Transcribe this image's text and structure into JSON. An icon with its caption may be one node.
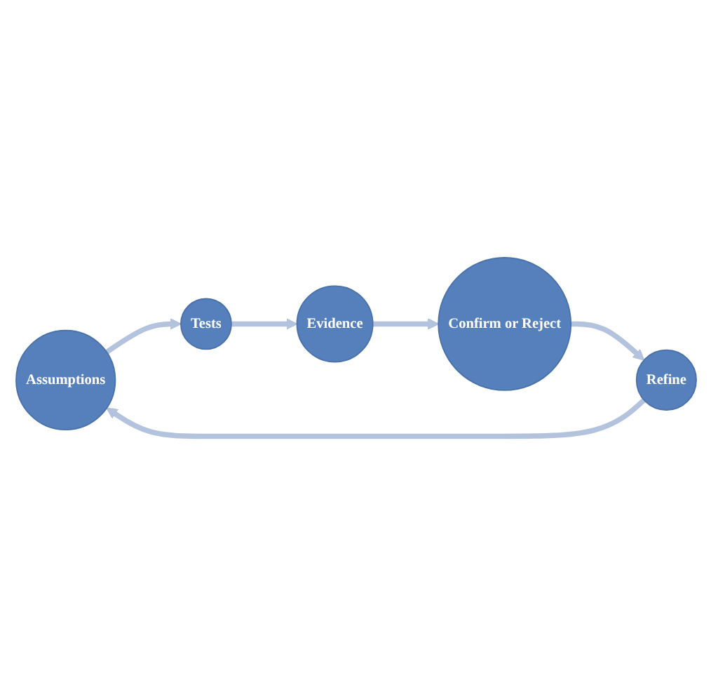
{
  "diagram": {
    "nodes": [
      {
        "text": [
          "Assumptions"
        ]
      },
      {
        "text": [
          "Tests"
        ]
      },
      {
        "text": [
          "Evidence"
        ]
      },
      {
        "text": [
          "Confirm or Reject"
        ]
      },
      {
        "text": [
          "Refine"
        ]
      }
    ],
    "edges": [
      {
        "from": 0,
        "to": 1,
        "arrow": "to"
      },
      {
        "from": 1,
        "to": 2,
        "arrow": "to"
      },
      {
        "from": 2,
        "to": 3,
        "arrow": "to"
      },
      {
        "from": 3,
        "to": 4,
        "arrow": "to"
      },
      {
        "from": 4,
        "to": 0,
        "arrow": "to"
      }
    ]
  }
}
